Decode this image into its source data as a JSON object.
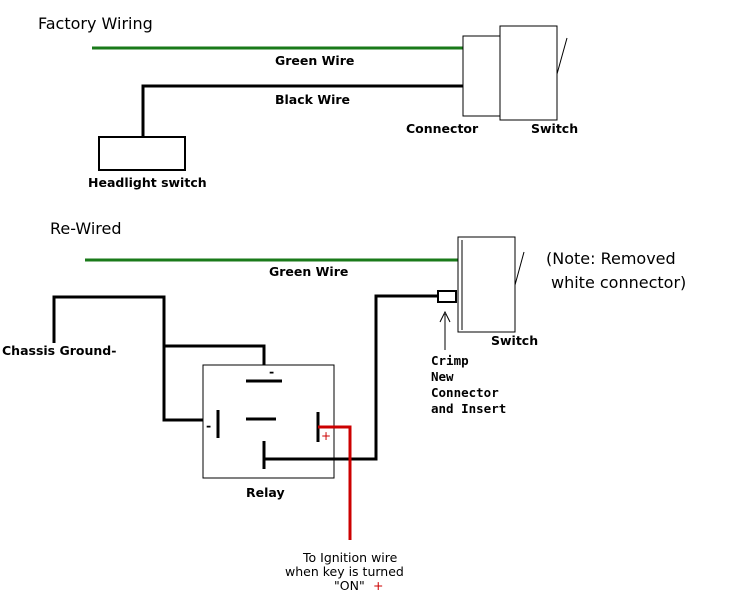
{
  "sections": {
    "factory": {
      "title": "Factory Wiring",
      "green_wire": "Green Wire",
      "black_wire": "Black Wire",
      "connector": "Connector",
      "switch": "Switch",
      "headlight_switch": "Headlight switch"
    },
    "rewired": {
      "title": "Re-Wired",
      "green_wire": "Green Wire",
      "note_line1": "(Note: Removed",
      "note_line2": "white connector)",
      "switch": "Switch",
      "chassis_ground": "Chassis Ground-",
      "crimp_lines": [
        "Crimp",
        "New",
        "Connector",
        "and Insert"
      ],
      "relay": "Relay",
      "relay_terminals": {
        "top_minus": "-",
        "left_minus": "-",
        "right_plus": "+"
      },
      "ignition_lines": [
        "To Ignition wire",
        "when key is turned",
        "\"ON\""
      ],
      "ignition_plus": "+"
    }
  },
  "colors": {
    "green_wire": "#1a7a1a",
    "black_wire": "#000000",
    "red_wire": "#cc0000"
  }
}
